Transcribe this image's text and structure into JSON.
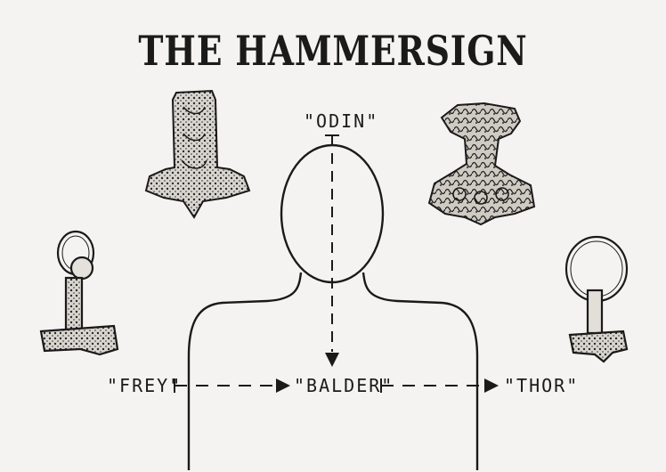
{
  "title": "THE HAMMERSIGN",
  "labels": {
    "odin": "\"ODIN\"",
    "frey": "\"FREY\"",
    "balder": "\"BALDER\"",
    "thor": "\"THOR\""
  },
  "colors": {
    "ink": "#1a1a1a",
    "paper": "#f4f3f1"
  },
  "icons": [
    "thors-hammer-amulet-icon",
    "thors-hammer-amulet-icon",
    "thors-hammer-ring-pendant-icon",
    "thors-hammer-ring-pendant-icon",
    "human-silhouette-icon"
  ]
}
